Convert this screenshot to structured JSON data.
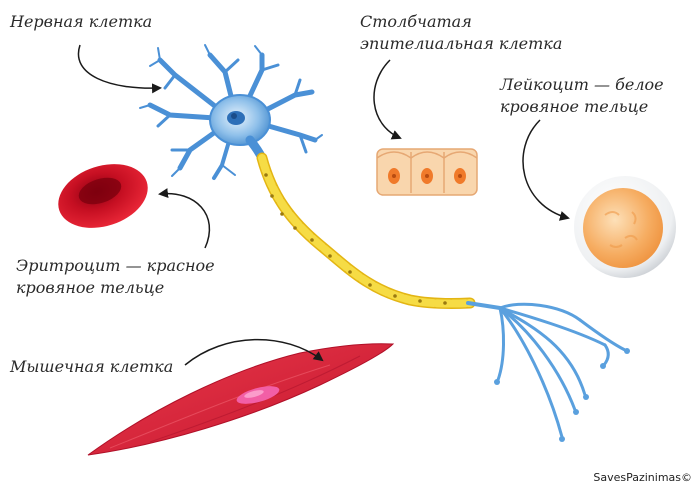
{
  "labels": {
    "nerve_cell": "Нервная клетка",
    "epithelial_line1": "Столбчатая",
    "epithelial_line2": "эпителиальная клетка",
    "leukocyte_line1": "Лейкоцит — белое",
    "leukocyte_line2": "кровяное тельце",
    "erythrocyte_line1": "Эритроцит — красное",
    "erythrocyte_line2": "кровяное тельце",
    "muscle_cell": "Мышечная клетка"
  },
  "credit": "SavesPazinimas©",
  "colors": {
    "neuron": "#6aa8e0",
    "axon_segment": "#f4d63a",
    "erythrocyte": "#d8142a",
    "muscle": "#d8223a",
    "epithelium": "#f7c99a",
    "leukocyte": "#f4a962"
  }
}
